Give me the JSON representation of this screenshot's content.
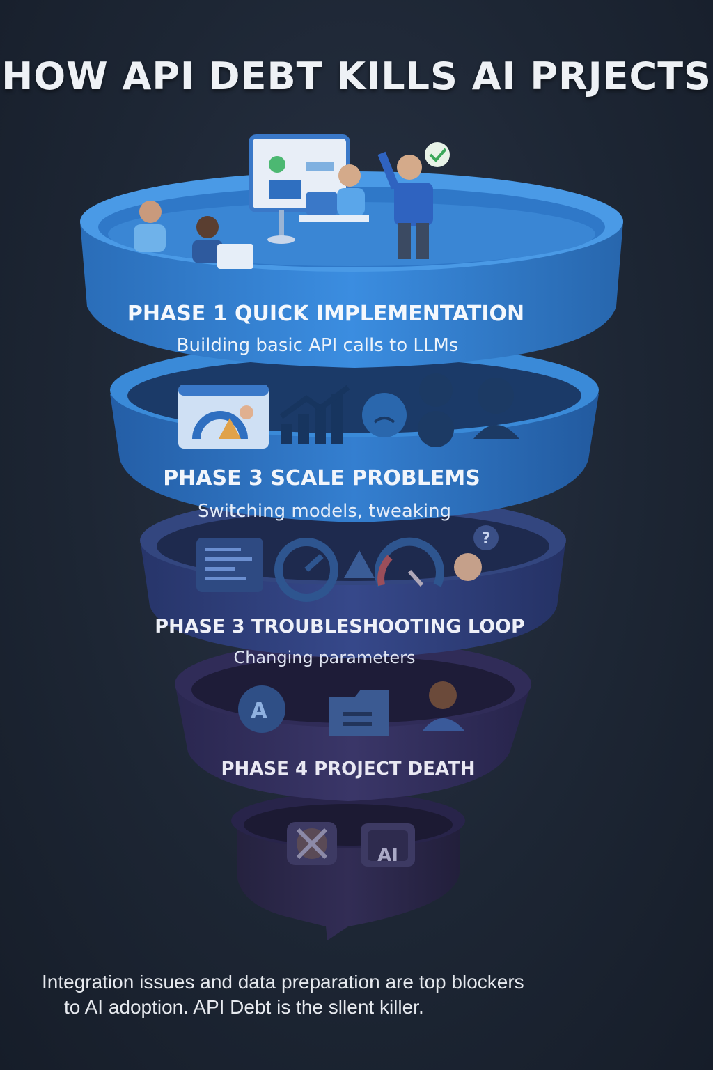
{
  "title": "HOW API DEBT KILLS AI PRJECTS",
  "phases": [
    {
      "heading": "PHASE 1  QUICK IMPLEMENTATION",
      "subtitle": "Building basic API calls to LLMs",
      "color": "#2f7fd0"
    },
    {
      "heading": "PHASE 3  SCALE PROBLEMS",
      "subtitle": "Switching models, tweaking",
      "color": "#2d6fbe"
    },
    {
      "heading": "PHASE 3  TROUBLESHOOTING LOOP",
      "subtitle": "Changing parameters",
      "color": "#2e3f74"
    },
    {
      "heading": "PHASE 4  PROJECT DEATH",
      "subtitle": "",
      "color": "#33305c"
    }
  ],
  "bottom_icon_label": "AI",
  "icon_text_a": "A",
  "icon_text_q": "?",
  "footer": {
    "line1": "Integration issues and data preparation are top blockers",
    "line2": "to AI adoption. API Debt is the sllent killer."
  }
}
